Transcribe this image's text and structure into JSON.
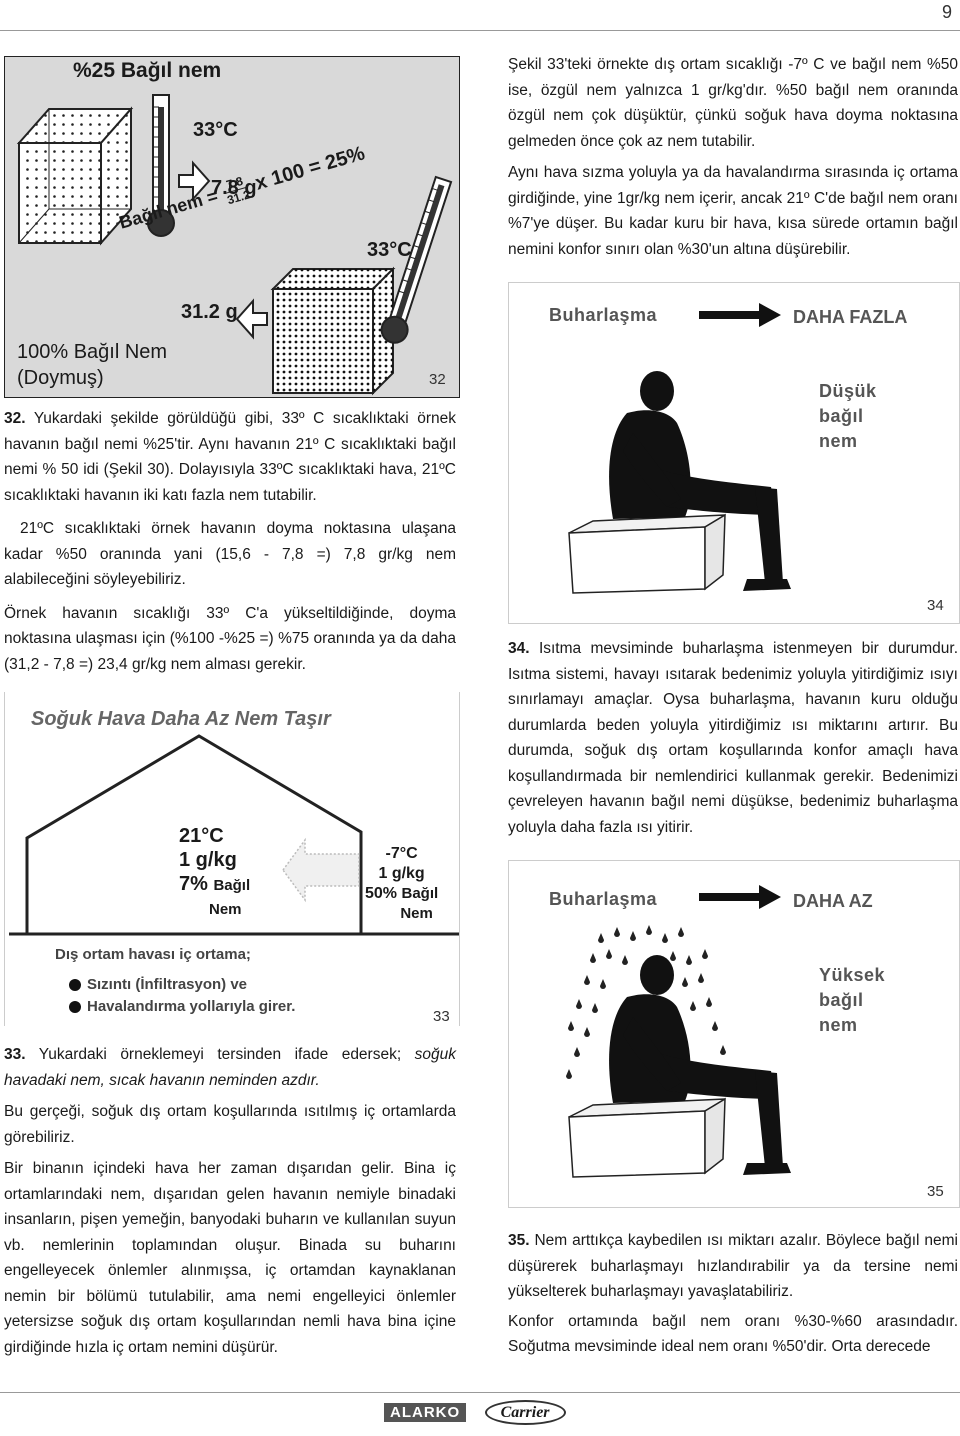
{
  "page_number": "9",
  "fig32": {
    "title": "%25 Bağıl nem",
    "temp_top": "33°C",
    "grams_small": "7.8 g",
    "formula_label": "Bağıl nem =",
    "formula_num": "7.8",
    "formula_den": "31.2",
    "formula_rest": "x 100 = 25%",
    "temp_mid": "33°C",
    "grams_big": "31.2 g",
    "saturated_line1": "100% Bağıl Nem",
    "saturated_line2": "(Doymuş)",
    "number": "32"
  },
  "para32": {
    "num": "32.",
    "text": " Yukardaki şekilde görüldüğü gibi, 33º C sıcaklıktaki örnek havanın bağıl nemi %25'tir. Aynı havanın 21º C sıcaklıktaki bağıl nemi % 50 idi (Şekil 30). Dolayısıyla 33ºC sıcaklıktaki hava, 21ºC sıcaklıktaki havanın iki katı fazla nem tutabilir.",
    "p2": "21ºC sıcaklıktaki örnek havanın doyma noktasına ulaşana kadar %50 oranında yani (15,6 - 7,8 =) 7,8 gr/kg nem alabileceğini söyleyebiliriz.",
    "p3": "Örnek havanın sıcaklığı 33º C'a yükseltildiğinde, doyma noktasına ulaşması için (%100 -%25 =) %75 oranında ya da daha (31,2 - 7,8 =) 23,4 gr/kg nem alması gerekir."
  },
  "fig33": {
    "title": "Soğuk Hava Daha Az Nem Taşır",
    "inside_temp": "21°C",
    "inside_moist": "1 g/kg",
    "inside_rh_pct": "7%",
    "inside_rh_word1": "Bağıl",
    "inside_rh_word2": "Nem",
    "outside_temp": "-7°C",
    "outside_moist": "1 g/kg",
    "outside_rh_pct": "50%",
    "outside_rh_word1": "Bağıl",
    "outside_rh_word2": "Nem",
    "note_title": "Dış ortam havası iç ortama;",
    "bullet1": "Sızıntı (İnfiltrasyon) ve",
    "bullet2": "Havalandırma yollarıyla girer.",
    "number": "33"
  },
  "para33": {
    "num": "33.",
    "text_normal": " Yukardaki örneklemeyi tersinden ifade edersek; ",
    "text_italic": "soğuk havadaki nem, sıcak havanın neminden azdır.",
    "p2": "Bu gerçeği, soğuk dış ortam koşullarında ısıtılmış iç ortamlarda görebiliriz.",
    "p3": "Bir binanın içindeki hava her zaman dışarıdan gelir. Bina iç ortamlarındaki nem, dışarıdan gelen havanın nemiyle binadaki insanların, pişen yemeğin, banyodaki buharın ve kullanılan suyun vb. nemlerinin toplamından oluşur. Binada su buharını engelleyecek önlemler alınmışsa, iç ortamdan kaynaklanan nemin bir bölümü tutulabilir, ama nemi engelleyici önlemler yetersizse soğuk dış ortam koşullarından nemli hava bina içine girdiğinde hızla iç ortam nemini düşürür."
  },
  "right_top": {
    "p1": "Şekil 33'teki örnekte dış ortam sıcaklığı -7º C ve bağıl nem %50 ise, özgül nem yalnızca 1 gr/kg'dır. %50 bağıl nem oranında özgül nem çok düşüktür, çünkü soğuk hava doyma noktasına gelmeden önce çok az nem tutabilir.",
    "p2": "Aynı hava sızma yoluyla ya da havalandırma sırasında iç ortama girdiğinde, yine 1gr/kg nem içerir, ancak 21º C'de bağıl nem oranı %7'ye düşer. Bu kadar kuru bir hava, kısa sürede ortamın bağıl nemini konfor sınırı olan %30'un altına düşürebilir."
  },
  "fig34": {
    "evap_label": "Buharlaşma",
    "result_label": "DAHA FAZLA",
    "rh_line1": "Düşük",
    "rh_line2": "bağıl",
    "rh_line3": "nem",
    "number": "34"
  },
  "para34": {
    "num": "34.",
    "text": " Isıtma mevsiminde buharlaşma istenmeyen bir durumdur. Isıtma sistemi, havayı ısıtarak bedenimiz yoluyla yitirdiğimiz ısıyı sınırlamayı amaçlar. Oysa buharlaşma, havanın kuru olduğu durumlarda beden yoluyla yitirdiğimiz ısı miktarını artırır. Bu durumda, soğuk dış ortam koşullarında konfor amaçlı hava koşullandırmada bir nemlendirici kullanmak gerekir. Bedenimizi çevreleyen havanın bağıl nemi düşükse, bedenimiz buharlaşma yoluyla daha fazla ısı yitirir."
  },
  "fig35": {
    "evap_label": "Buharlaşma",
    "result_label": "DAHA AZ",
    "rh_line1": "Yüksek",
    "rh_line2": "bağıl",
    "rh_line3": "nem",
    "number": "35"
  },
  "para35": {
    "num": "35.",
    "text": " Nem arttıkça kaybedilen ısı miktarı azalır. Böylece bağıl nemi düşürerek buharlaşmayı hızlandırabilir ya da tersine nemi yükselterek buharlaşmayı yavaşlatabiliriz.",
    "p2": "Konfor ortamında bağıl nem oranı %30-%60 arasındadır. Soğutma mevsiminde ideal nem oranı %50'dir. Orta derecede"
  },
  "footer": {
    "brand1": "ALARKO",
    "brand2": "Carrier"
  }
}
